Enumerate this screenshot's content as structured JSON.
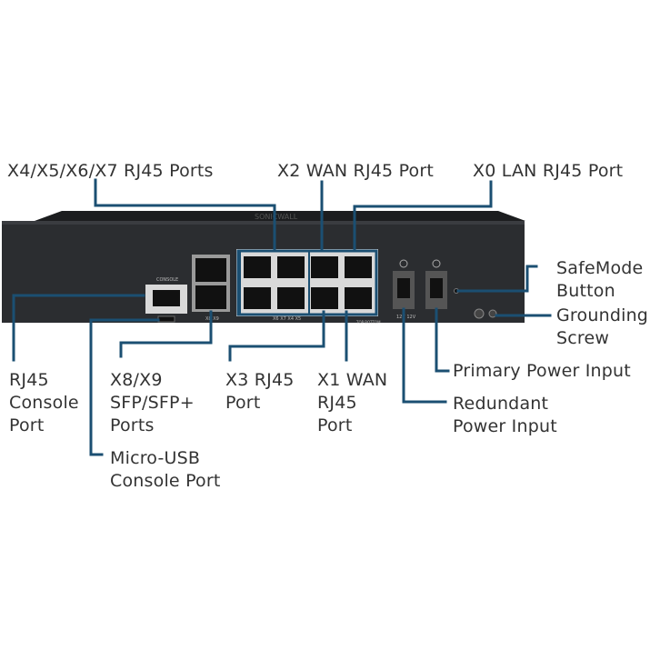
{
  "labels": {
    "x4x7": "X4/X5/X6/X7 RJ45 Ports",
    "x2wan": "X2 WAN RJ45 Port",
    "x0lan": "X0 LAN RJ45 Port",
    "safemode": "SafeMode\nButton",
    "grounding": "Grounding\nScrew",
    "primary_power": "Primary Power Input",
    "redundant_power": "Redundant\nPower Input",
    "rj45_console": "RJ45\nConsole\nPort",
    "x8x9": "X8/X9\nSFP/SFP+\nPorts",
    "x3": "X3 RJ45\nPort",
    "x1wan": "X1 WAN\nRJ45\nPort",
    "micro_usb": "Micro-USB\nConsole Port"
  },
  "device_text": {
    "brand": "SONICWALL",
    "console": "CONSOLE",
    "port_labels_top": [
      "X8",
      "X9"
    ],
    "port_labels_mid": [
      "X6",
      "X7",
      "X4",
      "X5"
    ],
    "port_labels_right": [
      "X3/WAN",
      "X0/LAN X1/WAN"
    ],
    "top_bottom": "TOP\nBOTTOM",
    "power": [
      "12V",
      "12V"
    ]
  },
  "colors": {
    "leader": "#1b4f72",
    "chassis": "#2b2d30",
    "chassis_top": "#1c1d1f",
    "text": "#333333"
  }
}
